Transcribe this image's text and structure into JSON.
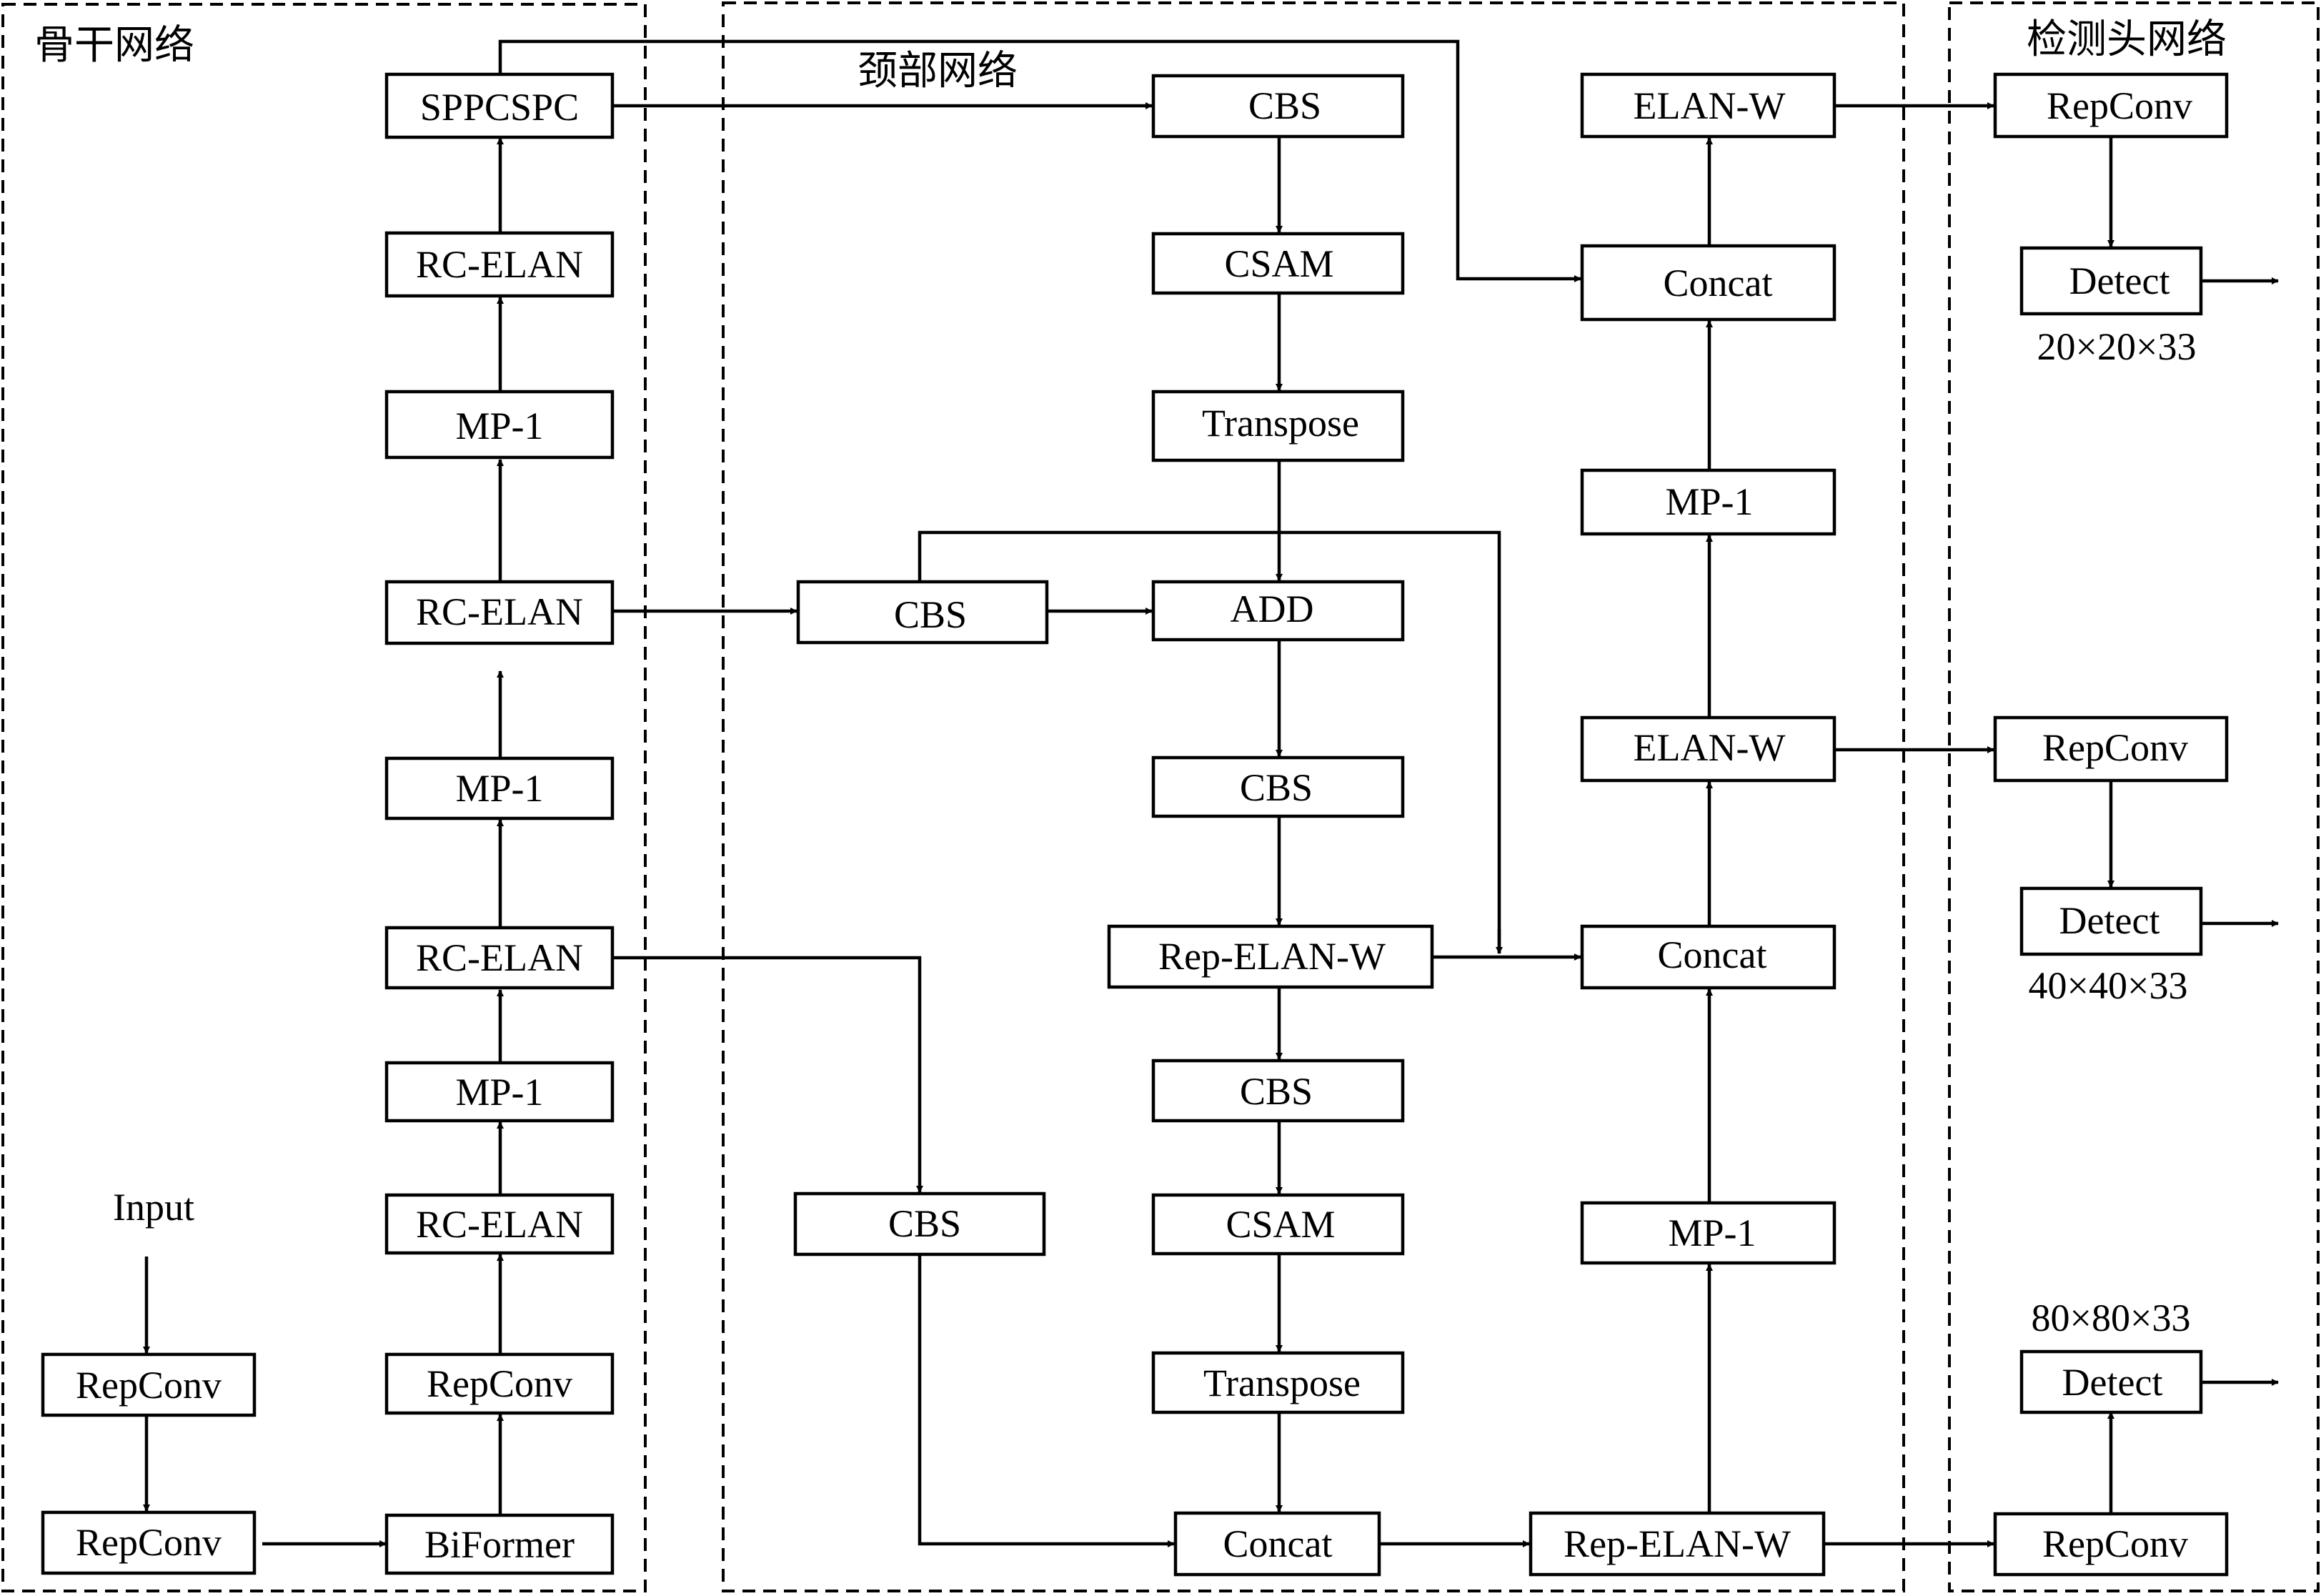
{
  "sections": {
    "backbone": "骨干网络",
    "neck": "颈部网络",
    "head": "检测头网络"
  },
  "input_label": "Input",
  "backbone_blocks": {
    "sppcspc": "SPPCSPC",
    "rc_elan_4": "RC-ELAN",
    "mp_3": "MP-1",
    "rc_elan_3": "RC-ELAN",
    "mp_2": "MP-1",
    "rc_elan_2": "RC-ELAN",
    "mp_1": "MP-1",
    "rc_elan_1": "RC-ELAN",
    "repconv_3": "RepConv",
    "repconv_1": "RepConv",
    "repconv_2": "RepConv",
    "biformer": "BiFormer"
  },
  "neck_blocks": {
    "cbs_top": "CBS",
    "csam_top": "CSAM",
    "transpose_top": "Transpose",
    "cbs_lateral_1": "CBS",
    "add": "ADD",
    "cbs_mid": "CBS",
    "rep_elan_w_mid": "Rep-ELAN-W",
    "cbs_lower": "CBS",
    "csam_lower": "CSAM",
    "transpose_lower": "Transpose",
    "cbs_lateral_2": "CBS",
    "concat_bottom": "Concat",
    "rep_elan_w_bottom": "Rep-ELAN-W",
    "mp_lower": "MP-1",
    "concat_mid": "Concat",
    "elan_w_mid": "ELAN-W",
    "mp_upper": "MP-1",
    "concat_top": "Concat",
    "elan_w_top": "ELAN-W"
  },
  "head_blocks": {
    "repconv_1": "RepConv",
    "detect_1": "Detect",
    "repconv_2": "RepConv",
    "detect_2": "Detect",
    "repconv_3": "RepConv",
    "detect_3": "Detect"
  },
  "output_sizes": {
    "large": "20×20×33",
    "medium": "40×40×33",
    "small": "80×80×33"
  }
}
